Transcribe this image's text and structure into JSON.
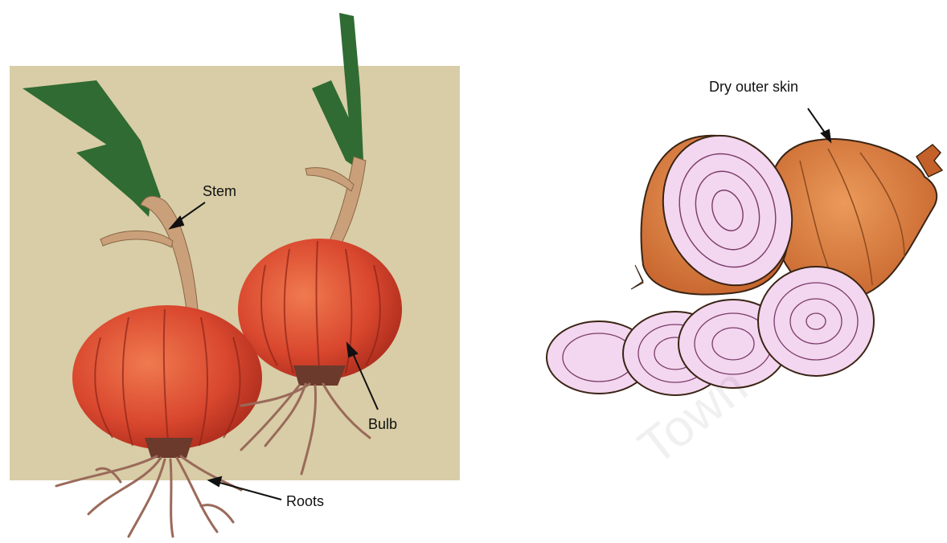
{
  "labels": {
    "stem": "Stem",
    "bulb": "Bulb",
    "roots": "Roots",
    "dry_outer_skin": "Dry outer skin"
  },
  "watermark": "Town",
  "colors": {
    "panel_background": "#d8cda6",
    "leaf_green": "#2f6b32",
    "stem_tan": "#caa07a",
    "bulb_red": "#d9472e",
    "root_brown": "#9a6a5a",
    "onion_skin": "#d97b3c",
    "onion_flesh": "#f3d6ef"
  }
}
